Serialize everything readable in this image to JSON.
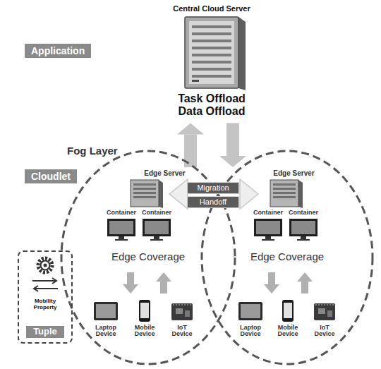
{
  "diagram": {
    "nodes": [
      {
        "text": [
          "Central Cloud Server",
          "Task Offload",
          "Data Offload"
        ]
      },
      {
        "text": [
          "Application"
        ]
      },
      {
        "text": [
          "Fog Layer"
        ]
      },
      {
        "text": [
          "Cloudlet"
        ],
        "in": 2
      },
      {
        "text": [
          "Migration"
        ],
        "in": 2
      },
      {
        "text": [
          "Handoff"
        ],
        "in": 2
      },
      {
        "text": [
          "Edge Coverage"
        ]
      },
      {
        "text": [
          "Edge Server"
        ],
        "in": 6
      },
      {
        "text": [
          "Container"
        ],
        "in": 6
      },
      {
        "text": [
          "Container"
        ],
        "in": 6
      },
      {
        "text": [
          "Laptop Device"
        ],
        "in": 6
      },
      {
        "text": [
          "Mobile Device"
        ],
        "in": 6
      },
      {
        "text": [
          "IoT Device"
        ],
        "in": 6
      },
      {
        "text": [
          "Edge Coverage"
        ]
      },
      {
        "text": [
          "Edge Server"
        ],
        "in": 13
      },
      {
        "text": [
          "Container"
        ],
        "in": 13
      },
      {
        "text": [
          "Container"
        ],
        "in": 13
      },
      {
        "text": [
          "Laptop Device"
        ],
        "in": 13
      },
      {
        "text": [
          "Mobile Device"
        ],
        "in": 13
      },
      {
        "text": [
          "IoT Device"
        ],
        "in": 13
      },
      {
        "text": [
          "Mobility Property"
        ]
      },
      {
        "text": [
          "Tuple"
        ],
        "in": 20
      }
    ],
    "edges": [
      {
        "from": 7,
        "to": 0,
        "arrow": "to"
      },
      {
        "from": 0,
        "to": 14,
        "arrow": "to"
      }
    ]
  }
}
